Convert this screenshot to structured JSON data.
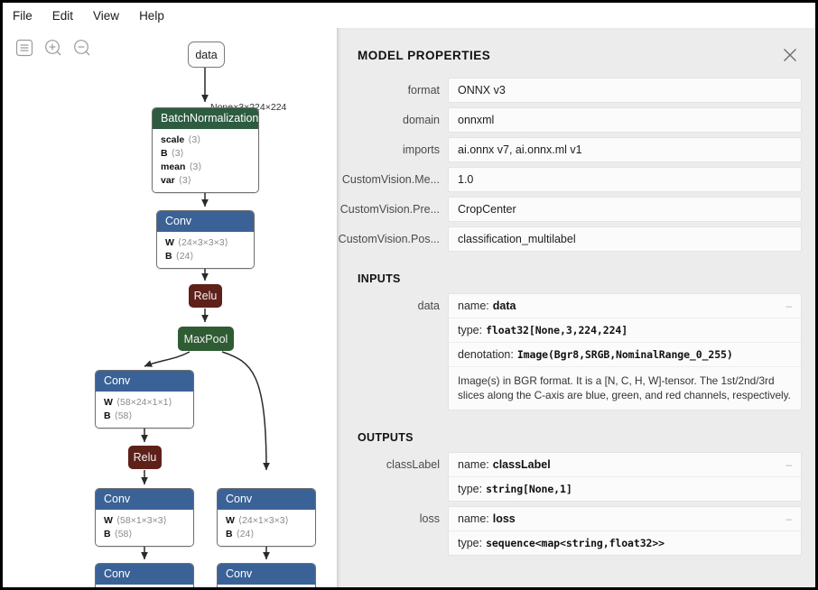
{
  "menu": {
    "items": [
      {
        "label": "File"
      },
      {
        "label": "Edit"
      },
      {
        "label": "View"
      },
      {
        "label": "Help"
      }
    ]
  },
  "toolbar": {
    "items": [
      {
        "name": "sidebar-toggle-icon",
        "label": "menu"
      },
      {
        "name": "zoom-in-icon",
        "label": "zoom-in"
      },
      {
        "name": "zoom-out-icon",
        "label": "zoom-out"
      }
    ]
  },
  "graph": {
    "edge_labels": [
      {
        "text": "None×3×224×224"
      }
    ],
    "nodes": [
      {
        "id": "data",
        "kind": "io",
        "title": "data",
        "attributes": []
      },
      {
        "id": "batchnorm",
        "kind": "layer",
        "title": "BatchNormalization",
        "color": "#2d5c40",
        "attributes": [
          {
            "name": "scale",
            "shape": "⟨3⟩"
          },
          {
            "name": "B",
            "shape": "⟨3⟩"
          },
          {
            "name": "mean",
            "shape": "⟨3⟩"
          },
          {
            "name": "var",
            "shape": "⟨3⟩"
          }
        ]
      },
      {
        "id": "conv1",
        "kind": "layer",
        "title": "Conv",
        "color": "#3b6296",
        "attributes": [
          {
            "name": "W",
            "shape": "⟨24×3×3×3⟩"
          },
          {
            "name": "B",
            "shape": "⟨24⟩"
          }
        ]
      },
      {
        "id": "relu1",
        "kind": "simple",
        "title": "Relu",
        "color": "#5d211a",
        "attributes": []
      },
      {
        "id": "maxpool1",
        "kind": "simple",
        "title": "MaxPool",
        "color": "#2f5c33",
        "attributes": []
      },
      {
        "id": "conv2",
        "kind": "layer",
        "title": "Conv",
        "color": "#3b6296",
        "attributes": [
          {
            "name": "W",
            "shape": "⟨58×24×1×1⟩"
          },
          {
            "name": "B",
            "shape": "⟨58⟩"
          }
        ]
      },
      {
        "id": "relu2",
        "kind": "simple",
        "title": "Relu",
        "color": "#5d211a",
        "attributes": []
      },
      {
        "id": "conv3",
        "kind": "layer",
        "title": "Conv",
        "color": "#3b6296",
        "attributes": [
          {
            "name": "W",
            "shape": "⟨58×1×3×3⟩"
          },
          {
            "name": "B",
            "shape": "⟨58⟩"
          }
        ]
      },
      {
        "id": "conv4",
        "kind": "layer",
        "title": "Conv",
        "color": "#3b6296",
        "attributes": [
          {
            "name": "W",
            "shape": "⟨24×1×3×3⟩"
          },
          {
            "name": "B",
            "shape": "⟨24⟩"
          }
        ]
      },
      {
        "id": "conv5",
        "kind": "layer",
        "title": "Conv",
        "color": "#3b6296",
        "attributes": []
      },
      {
        "id": "conv6",
        "kind": "layer",
        "title": "Conv",
        "color": "#3b6296",
        "attributes": []
      }
    ]
  },
  "panel": {
    "title": "MODEL PROPERTIES",
    "close_label": "×",
    "properties": [
      {
        "name": "format",
        "value": "ONNX v3"
      },
      {
        "name": "domain",
        "value": "onnxml"
      },
      {
        "name": "imports",
        "value": "ai.onnx v7, ai.onnx.ml v1"
      },
      {
        "name": "CustomVision.Me...",
        "value": "1.0"
      },
      {
        "name": "CustomVision.Pre...",
        "value": "CropCenter"
      },
      {
        "name": "CustomVision.Pos...",
        "value": "classification_multilabel"
      }
    ],
    "inputs_title": "INPUTS",
    "inputs": [
      {
        "name": "data",
        "name_label": "name:",
        "name_value": "data",
        "type_label": "type:",
        "type_value": "float32[None,3,224,224]",
        "denotation_label": "denotation:",
        "denotation_value": "Image(Bgr8,SRGB,NominalRange_0_255)",
        "description": "Image(s) in BGR format. It is a [N, C, H, W]-tensor. The 1st/2nd/3rd slices along the C-axis are blue, green, and red channels, respectively."
      }
    ],
    "outputs_title": "OUTPUTS",
    "outputs": [
      {
        "name": "classLabel",
        "name_label": "name:",
        "name_value": "classLabel",
        "type_label": "type:",
        "type_value": "string[None,1]"
      },
      {
        "name": "loss",
        "name_label": "name:",
        "name_value": "loss",
        "type_label": "type:",
        "type_value": "sequence<map<string,float32>>"
      }
    ]
  }
}
